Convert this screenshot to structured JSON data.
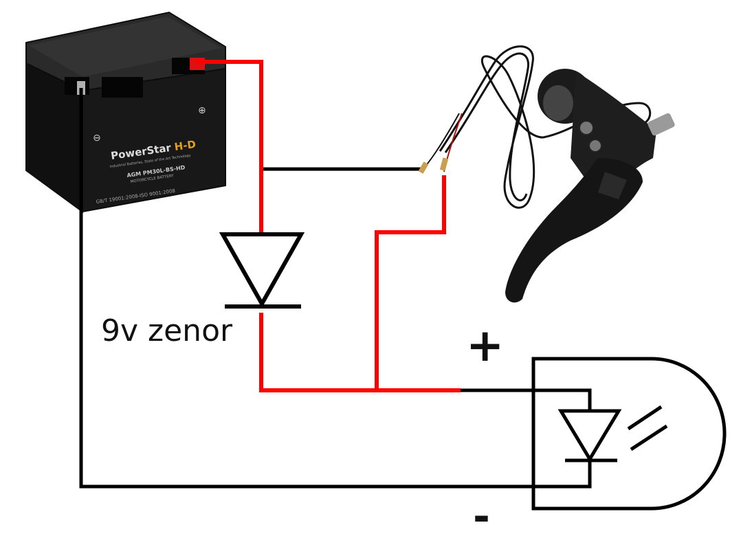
{
  "colors": {
    "positive_wire": "#ff0000",
    "negative_wire": "#000000",
    "battery_body": "#151515",
    "battery_brand_accent": "#e0a020",
    "lever_body": "#1a1a1a"
  },
  "battery": {
    "brand": "PowerStar",
    "brand_suffix": "H-D",
    "tagline": "Industrial Batteries, State of the Art Technology",
    "model": "AGM PM30L-BS-HD",
    "type": "MOTORCYCLE BATTERY",
    "cert": "GB/T 19001:2008-ISO 9001:2008",
    "positive_mark": "⊕",
    "negative_mark": "⊖",
    "icon": "battery-icon"
  },
  "zener": {
    "label": "9v zenor",
    "icon": "zener-diode-symbol"
  },
  "led": {
    "plus": "+",
    "minus": "-",
    "icon": "led-symbol"
  },
  "brake_lever": {
    "icon": "brake-lever-switch-icon"
  }
}
